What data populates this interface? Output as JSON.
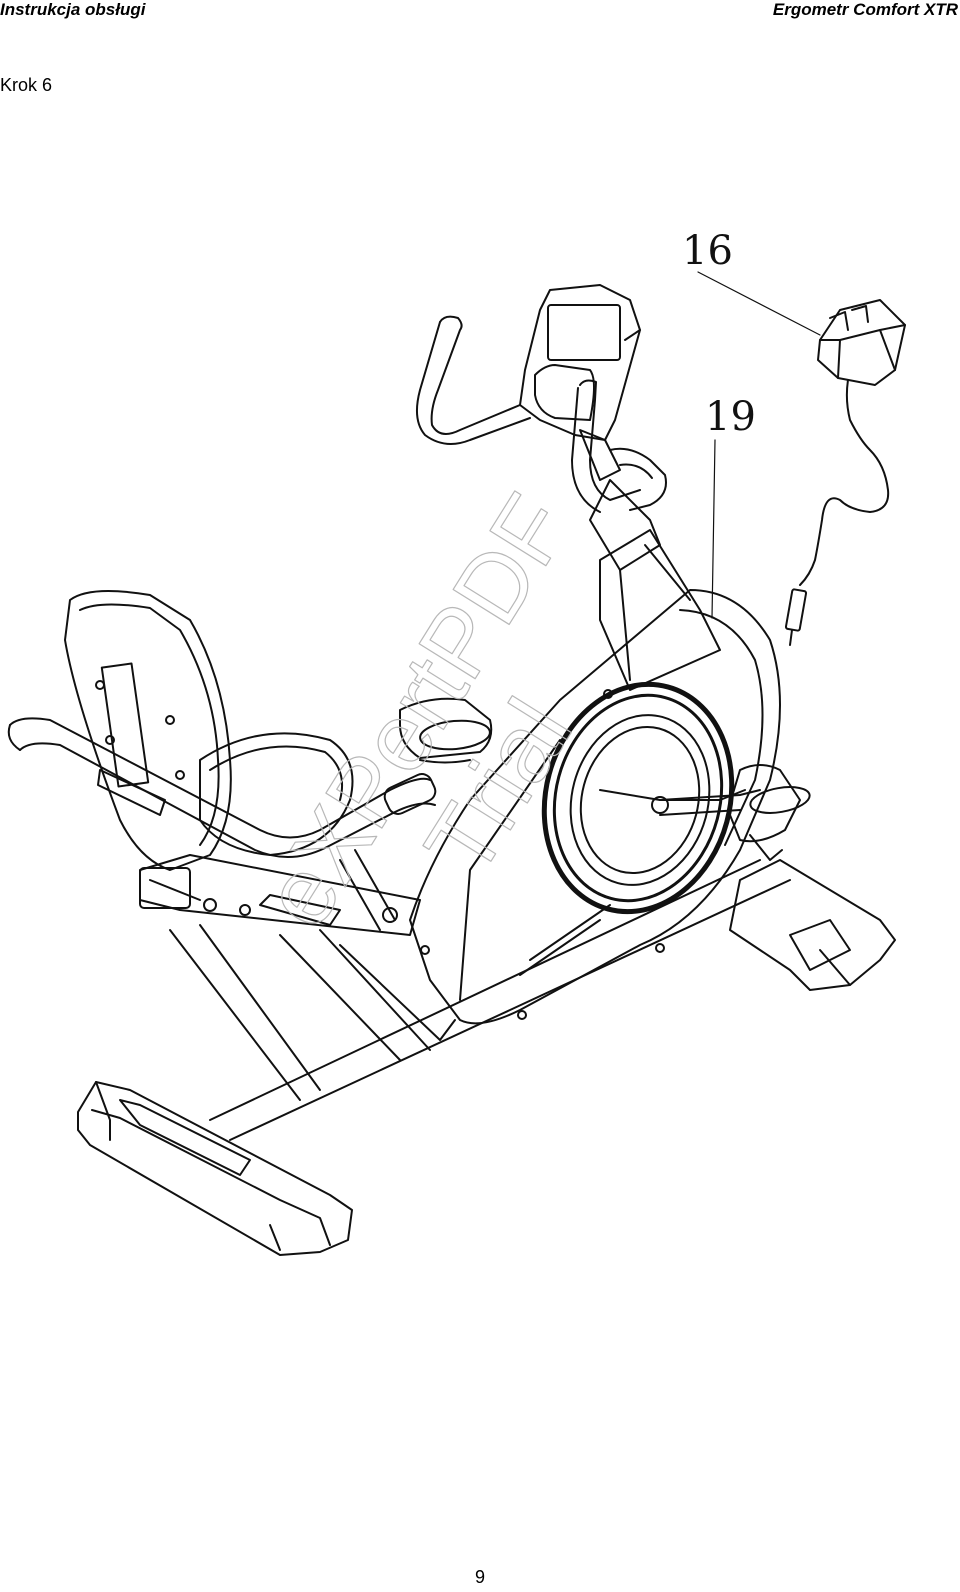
{
  "header": {
    "left_title": "Instrukcja obsługi",
    "right_title": "Ergometr Comfort XTR"
  },
  "step": {
    "label": "Krok 6"
  },
  "figure": {
    "subject": "recumbent exercise bike line drawing",
    "callouts": [
      {
        "id": "16",
        "text": "16"
      },
      {
        "id": "19",
        "text": "19"
      }
    ],
    "watermark_lines": [
      "eXPertPDF",
      "Trial"
    ]
  },
  "footer": {
    "page_number": "9"
  }
}
